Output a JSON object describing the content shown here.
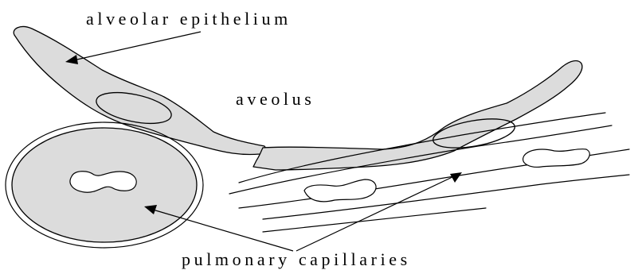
{
  "labels": {
    "epithelium": "alveolar epithelium",
    "alveolus": "aveolus",
    "capillaries": "pulmonary capillaries"
  },
  "colors": {
    "tissue_fill": "#dcdcdc",
    "line": "#000000",
    "background": "#ffffff"
  }
}
